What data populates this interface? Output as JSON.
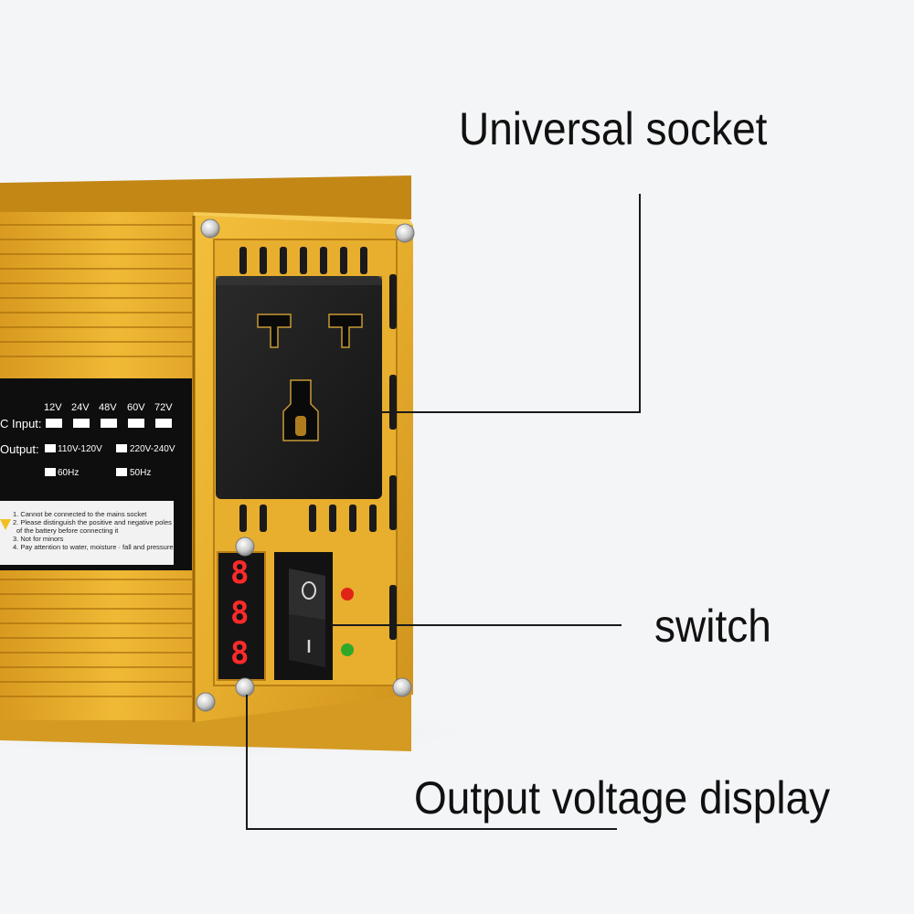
{
  "callouts": {
    "socket": "Universal socket",
    "switch": "switch",
    "display": "Output voltage display"
  },
  "label_panel": {
    "input_label": "C Input:",
    "output_label": "Output:",
    "input_voltages": [
      "12V",
      "24V",
      "48V",
      "60V",
      "72V"
    ],
    "output_voltages": [
      "110V-120V",
      "220V-240V"
    ],
    "frequencies": [
      "60Hz",
      "50Hz"
    ],
    "warnings": [
      "1. Cannot be connected to the mains socket",
      "2. Please distinguish the positive and negative poles",
      "of the battery before connecting it",
      "3. Not for minors",
      "4. Pay attention to water,  moisture · fall and pressure"
    ]
  },
  "display_digits": [
    "8",
    "8",
    "8"
  ],
  "switch_symbols": {
    "on": "I",
    "off": "O"
  },
  "colors": {
    "background": "#f4f5f7",
    "body_gold": "#e0a423",
    "body_gold_dark": "#b87d12",
    "socket_black": "#1c1c1c",
    "led_red": "#e02418",
    "led_green": "#2fa82a",
    "display_red": "#ff2a2a"
  },
  "icons": [
    "screw-icon",
    "warning-icon",
    "power-switch-icon"
  ]
}
